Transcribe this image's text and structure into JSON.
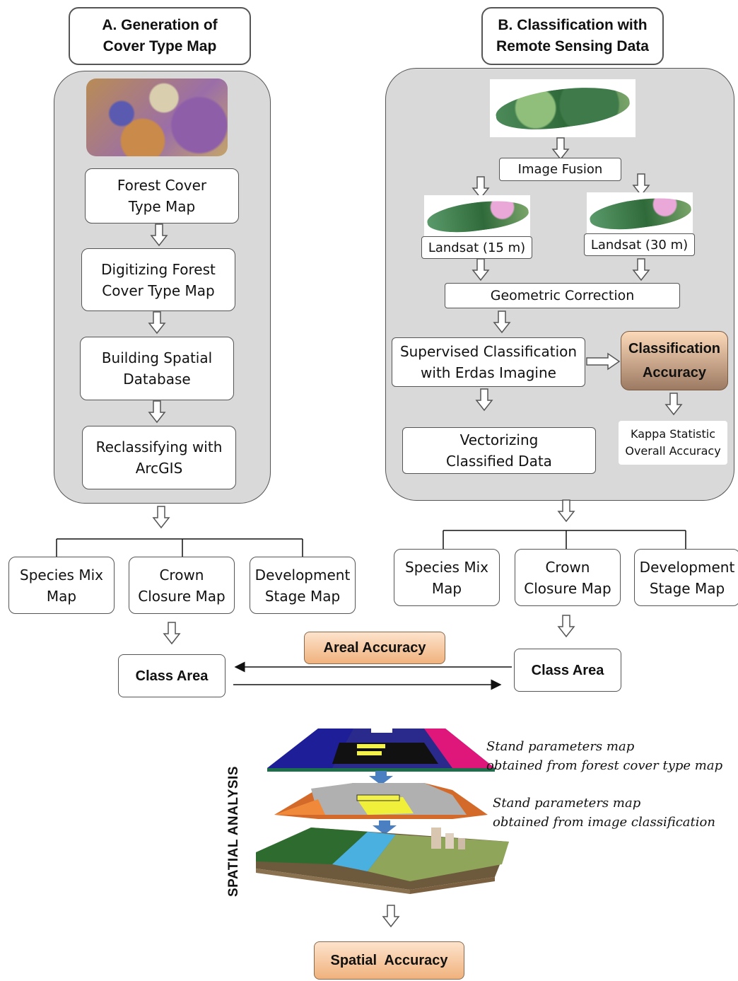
{
  "section_a": {
    "title": "A. Generation of\nCover Type Map",
    "steps": [
      "Forest Cover\nType Map",
      "Digitizing Forest\nCover Type Map",
      "Building Spatial\nDatabase",
      "Reclassifying with\nArcGIS"
    ],
    "outputs": [
      "Species Mix\nMap",
      "Crown\nClosure Map",
      "Development\nStage Map"
    ],
    "class_area": "Class Area"
  },
  "section_b": {
    "title": "B. Classification with\nRemote Sensing Data",
    "image_fusion": "Image Fusion",
    "landsat_15": "Landsat (15 m)",
    "landsat_30": "Landsat (30 m)",
    "geometric_correction": "Geometric Correction",
    "supervised_classification": "Supervised Classification\nwith Erdas Imagine",
    "classification_accuracy": "Classification\nAccuracy",
    "kappa": "Kappa Statistic\nOverall Accuracy",
    "vectorizing": "Vectorizing\nClassified Data",
    "outputs": [
      "Species Mix\nMap",
      "Crown\nClosure Map",
      "Development\nStage Map"
    ],
    "class_area": "Class Area"
  },
  "areal_accuracy": "Areal Accuracy",
  "spatial_analysis": {
    "label": "SPATIAL ANALYSIS",
    "layer1_caption": "Stand parameters map\nobtained from forest cover type map",
    "layer2_caption": "Stand parameters map\nobtained from image classification",
    "result": "Spatial  Accuracy"
  },
  "colors": {
    "panel": "#d9d9d9",
    "accent_orange": "#f0b27d",
    "arrow_blue": "#4a7fc1"
  }
}
